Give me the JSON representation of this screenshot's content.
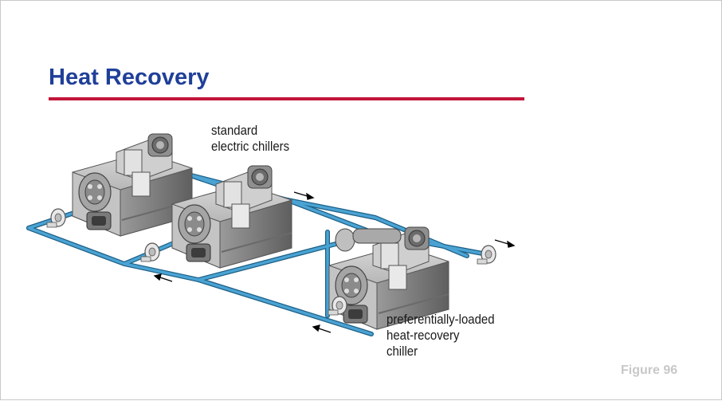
{
  "slide": {
    "title": "Heat Recovery",
    "figure_label": "Figure 96"
  },
  "diagram": {
    "label_standard_line1": "standard",
    "label_standard_line2": "electric chillers",
    "label_hr_line1": "preferentially-loaded",
    "label_hr_line2": "heat-recovery",
    "label_hr_line3": "chiller",
    "colors": {
      "pipe": "#3a8fc0",
      "pipe_edge": "#1d5f86",
      "chiller_body": "#b9b9b9",
      "chiller_shade": "#7f7f7f",
      "title": "#1f3f99",
      "rule": "#c3163a"
    }
  }
}
